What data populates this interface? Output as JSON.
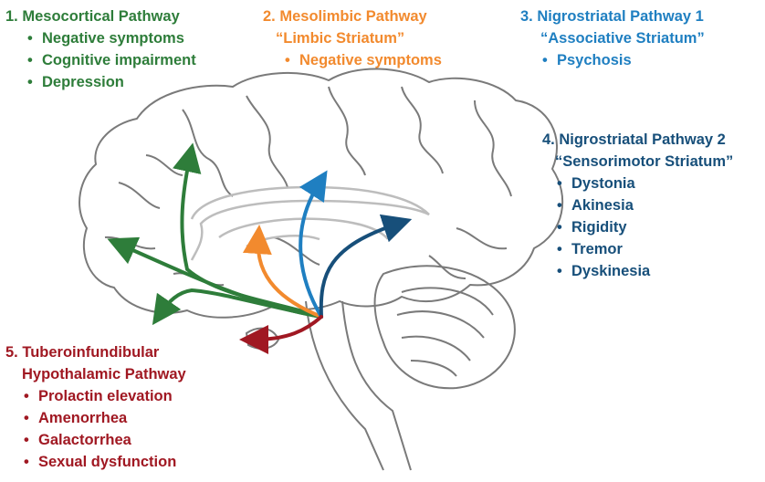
{
  "colors": {
    "mesocortical": "#2e7d3a",
    "mesolimbic": "#f28a2e",
    "nigro1": "#1f7fc1",
    "nigro2": "#174f7a",
    "tubero": "#a01822",
    "brain_outline": "#7a7a7a",
    "inner_structures": "#bdbdbd"
  },
  "pathways": [
    {
      "title": "1. Mesocortical Pathway",
      "subtitle": "",
      "items": [
        "Negative symptoms",
        "Cognitive impairment",
        "Depression"
      ]
    },
    {
      "title": "2. Mesolimbic Pathway",
      "subtitle": "“Limbic Striatum”",
      "items": [
        "Negative symptoms"
      ]
    },
    {
      "title": "3. Nigrostriatal Pathway 1",
      "subtitle": "“Associative Striatum”",
      "items": [
        "Psychosis"
      ]
    },
    {
      "title": "4. Nigrostriatal Pathway 2",
      "subtitle": "“Sensorimotor Striatum”",
      "items": [
        "Dystonia",
        "Akinesia",
        "Rigidity",
        "Tremor",
        "Dyskinesia"
      ]
    },
    {
      "title": "5. Tuberoinfundibular",
      "subtitle": "Hypothalamic Pathway",
      "items": [
        "Prolactin elevation",
        "Amenorrhea",
        "Galactorrhea",
        "Sexual dysfunction"
      ]
    }
  ]
}
